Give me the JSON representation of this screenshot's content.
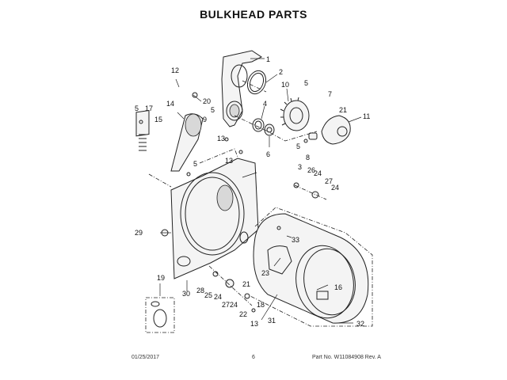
{
  "page": {
    "title": "BULKHEAD PARTS",
    "footer": {
      "date": "01/25/2017",
      "page_number": "6",
      "part_number": "Part No.  W11084908  Rev.  A"
    }
  },
  "callouts": [
    {
      "id": "c1",
      "text": "1"
    },
    {
      "id": "c2",
      "text": "2"
    },
    {
      "id": "c3",
      "text": "3"
    },
    {
      "id": "c4",
      "text": "4"
    },
    {
      "id": "c5a",
      "text": "5"
    },
    {
      "id": "c5b",
      "text": "5"
    },
    {
      "id": "c5c",
      "text": "5"
    },
    {
      "id": "c5d",
      "text": "5"
    },
    {
      "id": "c5e",
      "text": "5"
    },
    {
      "id": "c6",
      "text": "6"
    },
    {
      "id": "c7",
      "text": "7"
    },
    {
      "id": "c8",
      "text": "8"
    },
    {
      "id": "c9",
      "text": "9"
    },
    {
      "id": "c10",
      "text": "10"
    },
    {
      "id": "c11",
      "text": "11"
    },
    {
      "id": "c12",
      "text": "12"
    },
    {
      "id": "c13a",
      "text": "13"
    },
    {
      "id": "c13b",
      "text": "13"
    },
    {
      "id": "c13c",
      "text": "13"
    },
    {
      "id": "c14",
      "text": "14"
    },
    {
      "id": "c15",
      "text": "15"
    },
    {
      "id": "c16",
      "text": "16"
    },
    {
      "id": "c17",
      "text": "17"
    },
    {
      "id": "c18",
      "text": "18"
    },
    {
      "id": "c19",
      "text": "19"
    },
    {
      "id": "c20",
      "text": "20"
    },
    {
      "id": "c21a",
      "text": "21"
    },
    {
      "id": "c21b",
      "text": "21"
    },
    {
      "id": "c22",
      "text": "22"
    },
    {
      "id": "c23",
      "text": "23"
    },
    {
      "id": "c24a",
      "text": "24"
    },
    {
      "id": "c24b",
      "text": "24"
    },
    {
      "id": "c24c",
      "text": "24"
    },
    {
      "id": "c24d",
      "text": "24"
    },
    {
      "id": "c25",
      "text": "25"
    },
    {
      "id": "c26",
      "text": "26"
    },
    {
      "id": "c27a",
      "text": "27"
    },
    {
      "id": "c27b",
      "text": "27"
    },
    {
      "id": "c28",
      "text": "28"
    },
    {
      "id": "c29",
      "text": "29"
    },
    {
      "id": "c30",
      "text": "30"
    },
    {
      "id": "c31",
      "text": "31"
    },
    {
      "id": "c32",
      "text": "32"
    },
    {
      "id": "c33",
      "text": "33"
    }
  ]
}
